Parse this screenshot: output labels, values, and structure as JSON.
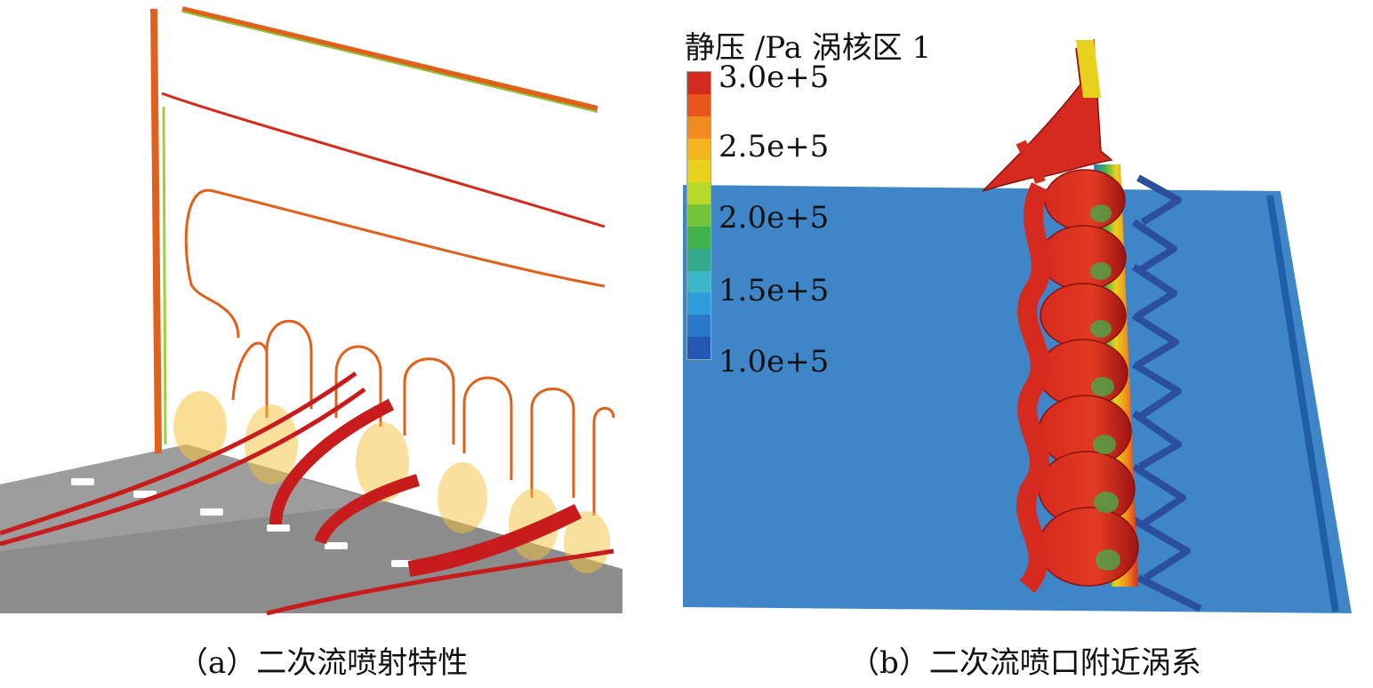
{
  "panel_a": {
    "caption": "（a）二次流喷射特性"
  },
  "panel_b": {
    "caption": "（b）二次流喷口附近涡系",
    "legend": {
      "title": "静压 /Pa 涡核区 1",
      "ticks": [
        "3.0e+5",
        "2.5e+5",
        "2.0e+5",
        "1.5e+5",
        "1.0e+5"
      ],
      "colors": [
        "#d62a1e",
        "#e8561c",
        "#f18a1f",
        "#f4b51f",
        "#e9d21e",
        "#b6d92a",
        "#74c43a",
        "#3fb24c",
        "#33a98e",
        "#3bb7c8",
        "#2f9ddc",
        "#2a78cc",
        "#2457b3"
      ]
    }
  }
}
